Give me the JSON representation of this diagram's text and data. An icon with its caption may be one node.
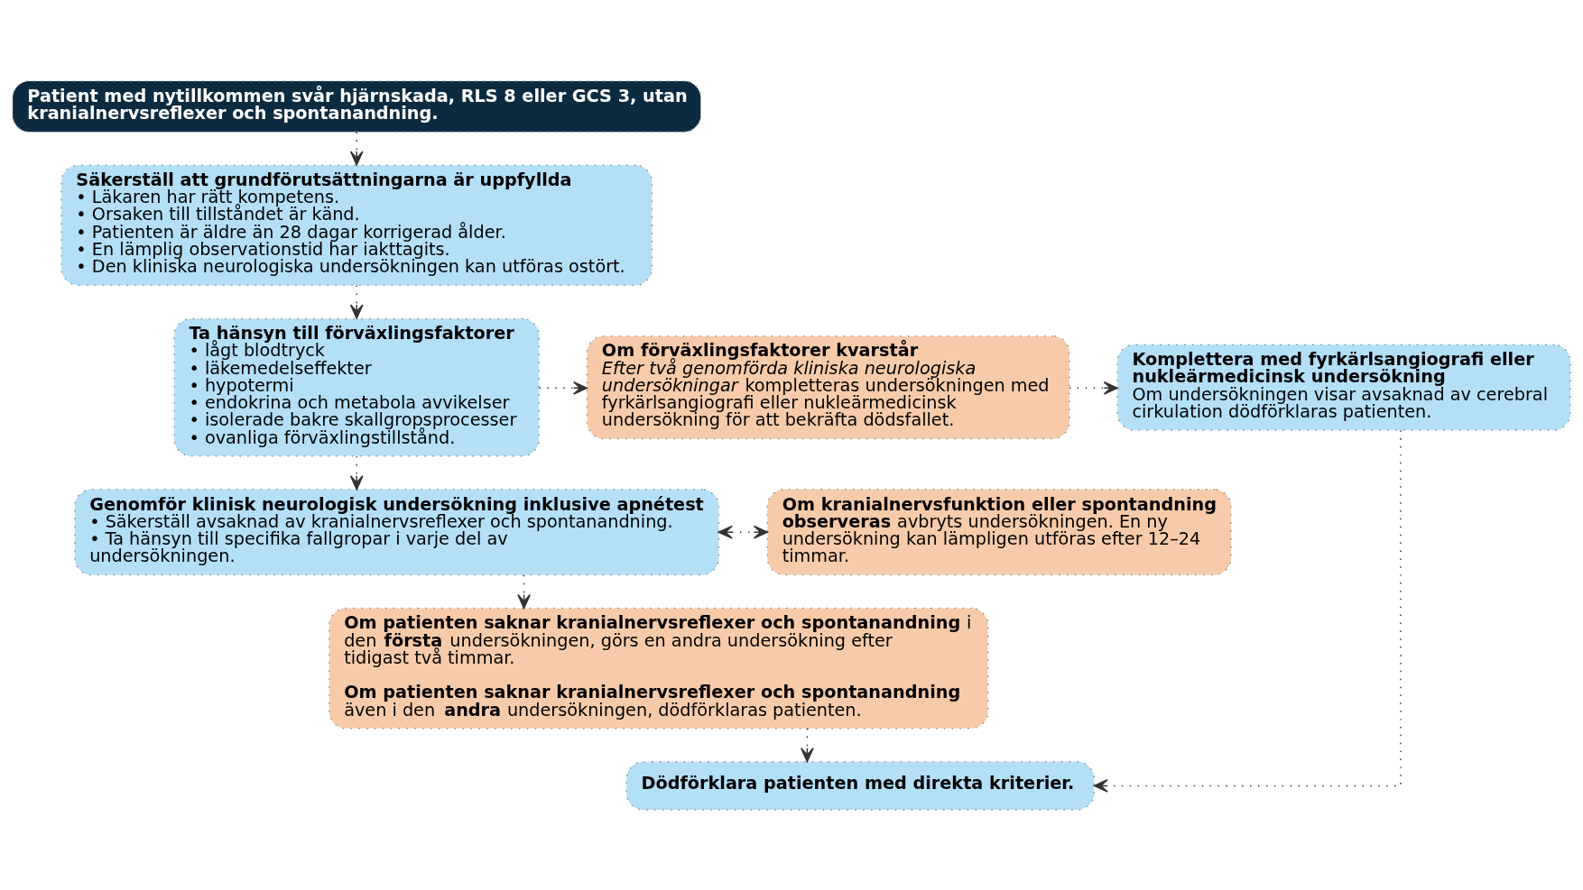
{
  "diagram": {
    "nodes": [
      {
        "text": [
          "Patient med nytillkommen svår hjärnskada, RLS 8 eller GCS 3, utan kranialnervsreflexer och spontanandning."
        ]
      },
      {
        "text": [
          "Säkerställ att grundförutsättningarna är uppfyllda",
          "• Läkaren har rätt kompetens.",
          "• Orsaken till tillståndet är känd.",
          "• Patienten är äldre än 28 dagar korrigerad ålder.",
          "• En lämplig observationstid har iakttagits.",
          "• Den kliniska neurologiska undersökningen kan utföras ostört."
        ]
      },
      {
        "text": [
          "Ta hänsyn till förväxlingsfaktorer",
          "• lågt blodtryck",
          "• läkemedelseffekter",
          "• hypotermi",
          "• endokrina och metabola avvikelser",
          "• isolerade bakre skallgropsprocesser",
          "• ovanliga förväxlingstillstånd."
        ]
      },
      {
        "text": [
          "Om förväxlingsfaktorer kvarstår",
          "*Efter två genomförda kliniska neurologiska undersökningar* kompletteras undersökningen med fyrkärlsangiografi eller nukleärmedicinsk undersökning för att bekräfta dödsfallet."
        ]
      },
      {
        "text": [
          "Komplettera med fyrkärlsangiografi eller nukleärmedicinsk undersökning",
          "Om undersökningen visar avsaknad av cerebral cirkulation dödförklaras patienten."
        ]
      },
      {
        "text": [
          "Genomför klinisk neurologisk undersökning inklusive apnétest",
          "• Säkerställ avsaknad av kranialnervsreflexer och spontanandning.",
          "• Ta hänsyn till specifika fallgropar i varje del av undersökningen."
        ]
      },
      {
        "text": [
          "**Om kranialnervsfunktion eller spontandning observeras** avbryts undersökningen. En ny undersökning kan lämpligen utföras efter 12–24 timmar."
        ]
      },
      {
        "text": [
          "**Om patienten saknar kranialnervsreflexer och spontanandning** i den **första** undersökningen, görs en andra undersökning efter tidigast två timmar.",
          "**Om patienten saknar kranialnervsreflexer och spontanandning** även i den **andra** undersökningen, dödförklaras patienten."
        ]
      },
      {
        "text": [
          "Dödförklara patienten med direkta kriterier."
        ]
      }
    ],
    "edges": [
      {
        "from": 0,
        "to": 1,
        "arrow": "to"
      },
      {
        "from": 1,
        "to": 2,
        "arrow": "to"
      },
      {
        "from": 2,
        "to": 3,
        "arrow": "to"
      },
      {
        "from": 3,
        "to": 4,
        "arrow": "to"
      },
      {
        "from": 2,
        "to": 5,
        "arrow": "to"
      },
      {
        "from": 5,
        "to": 6,
        "arrow": "both"
      },
      {
        "from": 5,
        "to": 7,
        "arrow": "to"
      },
      {
        "from": 7,
        "to": 8,
        "arrow": "to"
      },
      {
        "from": 4,
        "to": 8,
        "arrow": "to"
      }
    ]
  }
}
